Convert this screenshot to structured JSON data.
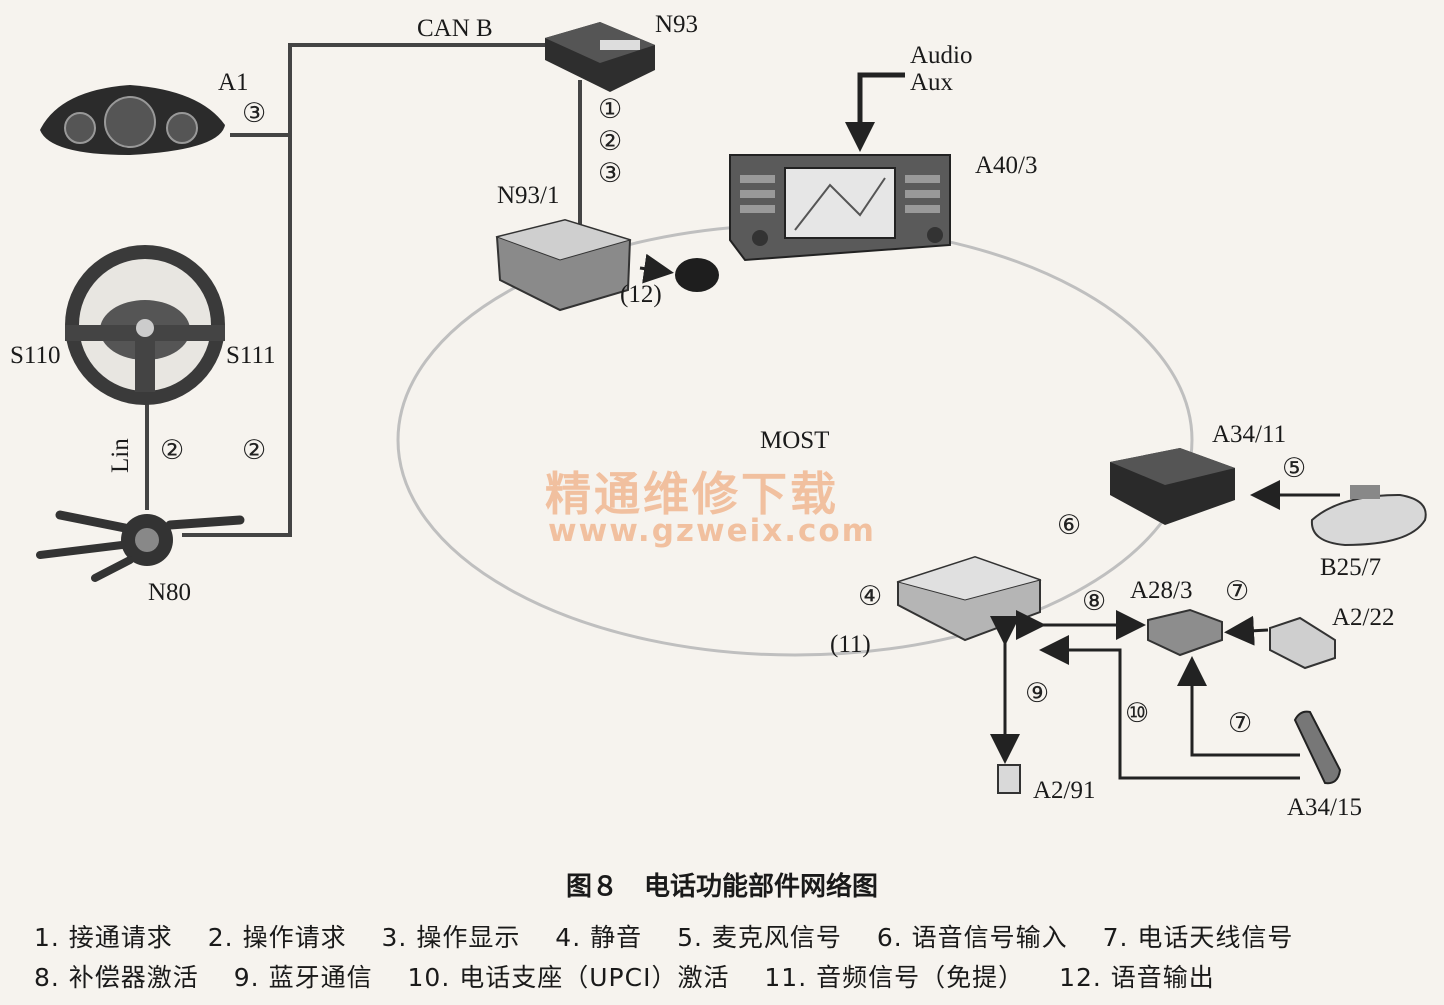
{
  "labels": {
    "can_b": "CAN B",
    "n93": "N93",
    "a1": "A1",
    "audio": "Audio",
    "aux": "Aux",
    "a40_3": "A40/3",
    "n93_1": "N93/1",
    "s110": "S110",
    "s111": "S111",
    "lin": "Lin",
    "n80": "N80",
    "most": "MOST",
    "a34_11": "A34/11",
    "b25_7": "B25/7",
    "a28_3": "A28/3",
    "a2_22": "A2/22",
    "a2_91": "A2/91",
    "a34_15": "A34/15"
  },
  "markers": {
    "m3_a1": "③",
    "m1_n93": "①",
    "m2_n93": "②",
    "m3_n93": "③",
    "m2_lin": "②",
    "m2_right": "②",
    "m12": "(12)",
    "m5": "⑤",
    "m6": "⑥",
    "m4": "④",
    "m11": "(11)",
    "m8": "⑧",
    "m7_top": "⑦",
    "m9": "⑨",
    "m10": "⑩",
    "m7_bottom": "⑦"
  },
  "watermark": {
    "title": "精通维修下载",
    "url": "www.gzweix.com"
  },
  "caption": "图８　电话功能部件网络图",
  "legend": {
    "line1": [
      "1. 接通请求",
      "2. 操作请求",
      "3. 操作显示",
      "4. 静音",
      "5. 麦克风信号",
      "6. 语音信号输入",
      "7. 电话天线信号"
    ],
    "line2": [
      "8. 补偿器激活",
      "9. 蓝牙通信",
      "10. 电话支座（UPCI）激活",
      "11. 音频信号（免提）",
      "12. 语音输出"
    ]
  }
}
